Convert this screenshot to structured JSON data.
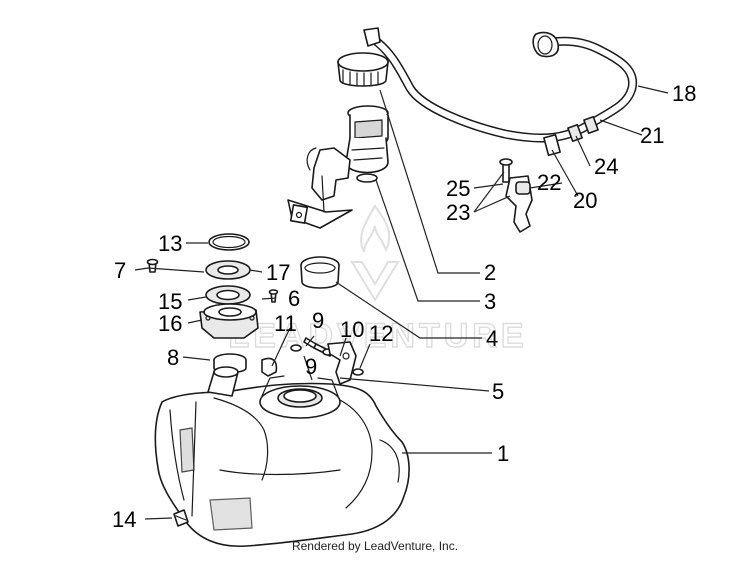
{
  "watermark": "LEADVENTURE",
  "callouts": [
    "1",
    "2",
    "3",
    "4",
    "5",
    "6",
    "7",
    "8",
    "9",
    "9",
    "10",
    "11",
    "12",
    "13",
    "14",
    "15",
    "16",
    "17",
    "18",
    "20",
    "21",
    "22",
    "23",
    "24",
    "25"
  ],
  "footer": "Rendered by LeadVenture, Inc."
}
